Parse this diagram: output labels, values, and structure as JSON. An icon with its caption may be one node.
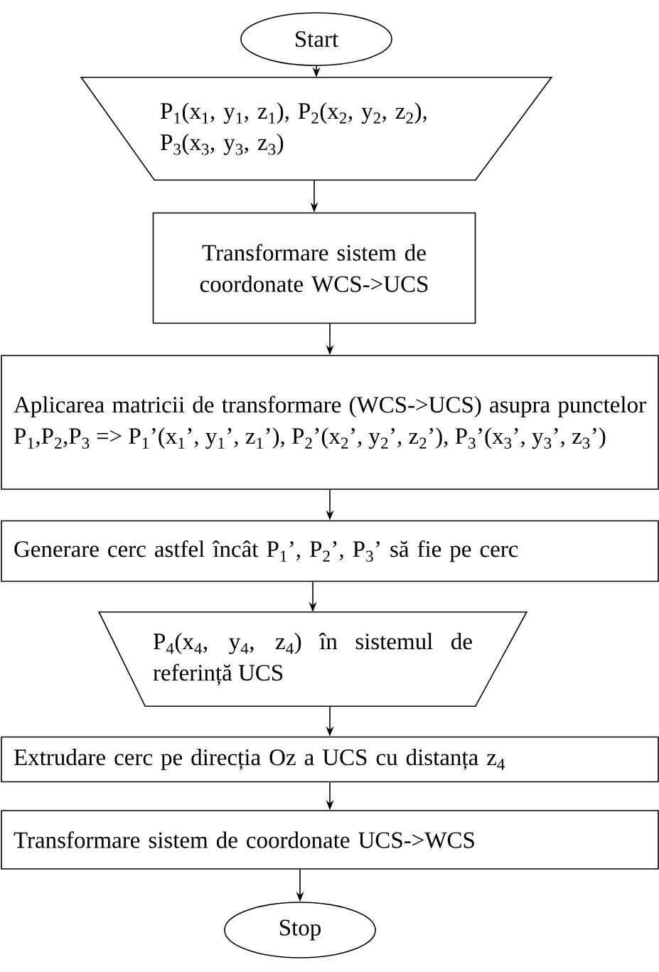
{
  "diagram": {
    "nodes": [
      {
        "text": [
          "Start"
        ]
      },
      {
        "text": [
          "P$_{1}$(x$_{1}$, y$_{1}$, z$_{1}$), P$_{2}$(x$_{2}$, y$_{2}$, z$_{2}$), P$_{3}$(x$_{3}$, y$_{3}$, z$_{3}$)"
        ]
      },
      {
        "text": [
          "Transformare sistem de coordonate WCS->UCS"
        ]
      },
      {
        "text": [
          "Aplicarea matricii de transformare (WCS->UCS) asupra punctelor P$_{1}$,P$_{2}$,P$_{3}$ => P$_{1}$’(x$_{1}$’, y$_{1}$’, z$_{1}$’), P$_{2}$’(x$_{2}$’, y$_{2}$’, z$_{2}$’), P$_{3}$’(x$_{3}$’, y$_{3}$’, z$_{3}$’)"
        ]
      },
      {
        "text": [
          "Generare cerc astfel încât P$_{1}$’, P$_{2}$’, P$_{3}$’ să fie pe cerc"
        ]
      },
      {
        "text": [
          "P$_{4}$(x$_{4}$, y$_{4}$, z$_{4}$) în sistemul de referință UCS"
        ]
      },
      {
        "text": [
          "Extrudare cerc pe direcția Oz a UCS cu distanța z$_{4}$"
        ]
      },
      {
        "text": [
          "Transformare sistem de coordonate UCS->WCS"
        ]
      },
      {
        "text": [
          "Stop"
        ]
      }
    ],
    "edges": [
      {
        "from": 0,
        "to": 1,
        "arrow": "to"
      },
      {
        "from": 1,
        "to": 2,
        "arrow": "to"
      },
      {
        "from": 2,
        "to": 3,
        "arrow": "to"
      },
      {
        "from": 3,
        "to": 4,
        "arrow": "to"
      },
      {
        "from": 4,
        "to": 5,
        "arrow": "to"
      },
      {
        "from": 5,
        "to": 6,
        "arrow": "to"
      },
      {
        "from": 6,
        "to": 7,
        "arrow": "to"
      },
      {
        "from": 7,
        "to": 8,
        "arrow": "to"
      }
    ]
  }
}
